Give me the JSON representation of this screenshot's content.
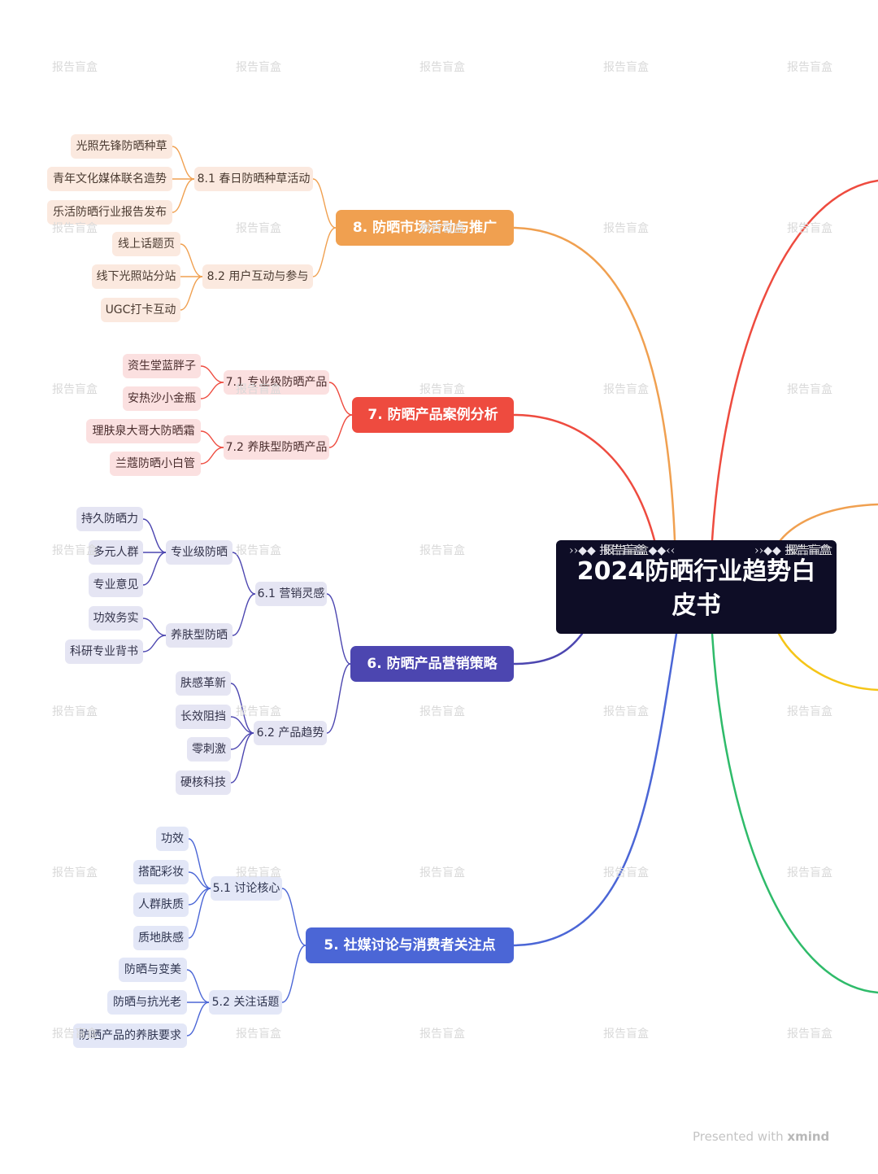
{
  "root": {
    "title_line1": "2024防晒行业趋势白",
    "title_line2": "皮书",
    "watermark_left": "报告盲盒",
    "watermark_right": "报告盲盒"
  },
  "watermark": "报告盲盒",
  "footer": {
    "prefix": "Presented with",
    "brand": "xmind"
  },
  "colors": {
    "orange": "#f0a050",
    "red": "#ee4b3f",
    "indigo": "#4c46b0",
    "blue": "#4b66d6",
    "green": "#2fbb6a",
    "yellow": "#f5c518",
    "root": "#0e0d26"
  },
  "branches": [
    {
      "label": "8. 防晒市场活动与推广",
      "color": "#f0a050",
      "subs": [
        {
          "label": "8.1 春日防晒种草活动",
          "leaves": [
            "光照先锋防晒种草",
            "青年文化媒体联名造势",
            "乐活防晒行业报告发布"
          ]
        },
        {
          "label": "8.2 用户互动与参与",
          "leaves": [
            "线上话题页",
            "线下光照站分站",
            "UGC打卡互动"
          ]
        }
      ]
    },
    {
      "label": "7. 防晒产品案例分析",
      "color": "#ee4b3f",
      "subs": [
        {
          "label": "7.1 专业级防晒产品",
          "leaves": [
            "资生堂蓝胖子",
            "安热沙小金瓶"
          ]
        },
        {
          "label": "7.2 养肤型防晒产品",
          "leaves": [
            "理肤泉大哥大防晒霜",
            "兰蔻防晒小白管"
          ]
        }
      ]
    },
    {
      "label": "6. 防晒产品营销策略",
      "color": "#4c46b0",
      "subs": [
        {
          "label": "6.1 营销灵感",
          "children": [
            {
              "label": "专业级防晒",
              "leaves": [
                "持久防晒力",
                "多元人群",
                "专业意见"
              ]
            },
            {
              "label": "养肤型防晒",
              "leaves": [
                "功效务实",
                "科研专业背书"
              ]
            }
          ]
        },
        {
          "label": "6.2 产品趋势",
          "leaves": [
            "肤感革新",
            "长效阻挡",
            "零刺激",
            "硬核科技"
          ]
        }
      ]
    },
    {
      "label": "5. 社媒讨论与消费者关注点",
      "color": "#4b66d6",
      "subs": [
        {
          "label": "5.1 讨论核心",
          "leaves": [
            "功效",
            "搭配彩妆",
            "人群肤质",
            "质地肤感"
          ]
        },
        {
          "label": "5.2 关注话题",
          "leaves": [
            "防晒与变美",
            "防晒与抗光老",
            "防晒产品的养肤要求"
          ]
        }
      ]
    }
  ]
}
